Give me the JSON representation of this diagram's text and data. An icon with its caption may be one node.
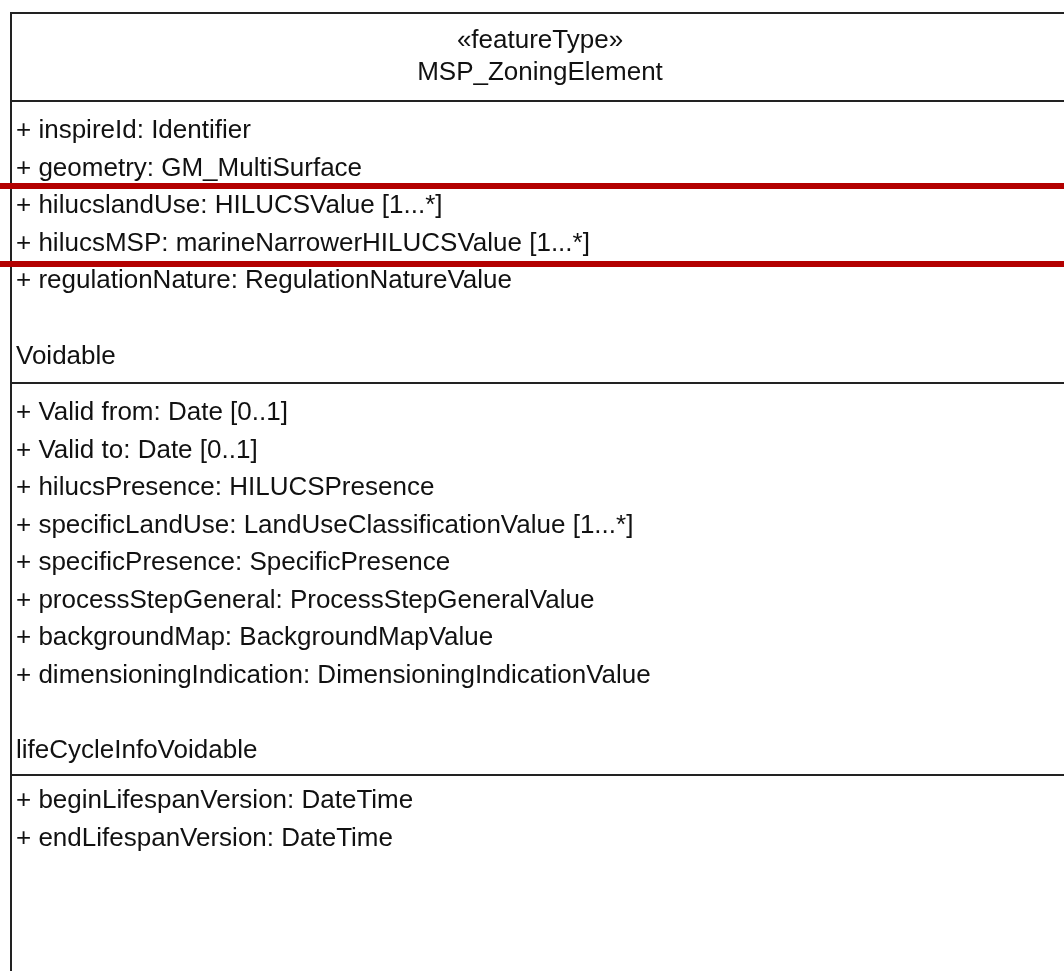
{
  "diagram": {
    "nodes": [
      {
        "text": [
          "«featureType»",
          "MSP_ZoningElement"
        ]
      },
      {
        "text": [
          "+ inspireId: Identifier",
          "+ geometry: GM_MultiSurface",
          "+ hilucslandUse: HILUCSValue [1...*]",
          "+ hilucsMSP: marineNarrowerHILUCSValue [1...*]",
          "+ regulationNature: RegulationNatureValue",
          "Voidable"
        ],
        "in": 0
      },
      {
        "text": [
          "+ Valid from: Date [0..1]",
          "+ Valid to: Date [0..1]",
          "+ hilucsPresence: HILUCSPresence",
          "+ specificLandUse: LandUseClassificationValue [1...*]",
          "+ specificPresence: SpecificPresence",
          "+ processStepGeneral: ProcessStepGeneralValue",
          "+ backgroundMap: BackgroundMapValue",
          "+ dimensioningIndication: DimensioningIndicationValue",
          "lifeCycleInfoVoidable"
        ],
        "in": 0
      },
      {
        "text": [
          "+ beginLifespanVersion: DateTime",
          "+ endLifespanVersion: DateTime"
        ],
        "in": 0
      }
    ]
  }
}
